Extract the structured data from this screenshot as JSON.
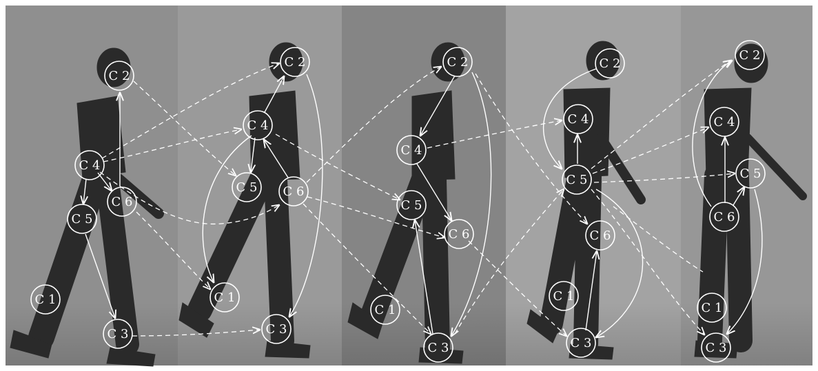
{
  "image": {
    "type": "photo-sequence",
    "frame_count": 5,
    "background_tones": [
      "#8f8f8f",
      "#9a9a9a",
      "#858585",
      "#a3a3a3",
      "#979797"
    ],
    "figure_color": "#2a2a2a",
    "annotation_color": "#ffffff"
  },
  "frames": [
    {
      "nodes": [
        {
          "id": "c2",
          "label": "C 2"
        },
        {
          "id": "c4",
          "label": "C 4"
        },
        {
          "id": "c6",
          "label": "C 6"
        },
        {
          "id": "c5",
          "label": "C 5"
        },
        {
          "id": "c1",
          "label": "C 1"
        },
        {
          "id": "c3",
          "label": "C 3"
        }
      ]
    },
    {
      "nodes": [
        {
          "id": "c2",
          "label": "C 2"
        },
        {
          "id": "c4",
          "label": "C 4"
        },
        {
          "id": "c5",
          "label": "C 5"
        },
        {
          "id": "c6",
          "label": "C 6"
        },
        {
          "id": "c1",
          "label": "C 1"
        },
        {
          "id": "c3",
          "label": "C 3"
        }
      ]
    },
    {
      "nodes": [
        {
          "id": "c2",
          "label": "C 2"
        },
        {
          "id": "c4",
          "label": "C 4"
        },
        {
          "id": "c5",
          "label": "C 5"
        },
        {
          "id": "c6",
          "label": "C 6"
        },
        {
          "id": "c1",
          "label": "C 1"
        },
        {
          "id": "c3",
          "label": "C 3"
        }
      ]
    },
    {
      "nodes": [
        {
          "id": "c2",
          "label": "C 2"
        },
        {
          "id": "c4",
          "label": "C 4"
        },
        {
          "id": "c5",
          "label": "C 5"
        },
        {
          "id": "c6",
          "label": "C 6"
        },
        {
          "id": "c1",
          "label": "C 1"
        },
        {
          "id": "c3",
          "label": "C 3"
        }
      ]
    },
    {
      "nodes": [
        {
          "id": "c2",
          "label": "C 2"
        },
        {
          "id": "c4",
          "label": "C 4"
        },
        {
          "id": "c5",
          "label": "C 5"
        },
        {
          "id": "c6",
          "label": "C 6"
        },
        {
          "id": "c1",
          "label": "C 1"
        },
        {
          "id": "c3",
          "label": "C 3"
        }
      ]
    }
  ]
}
